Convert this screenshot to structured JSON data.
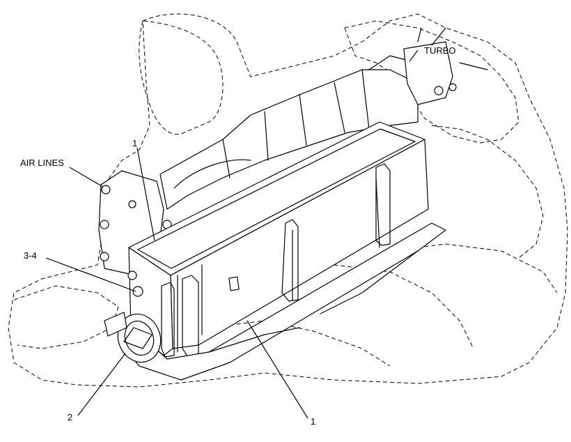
{
  "labels": {
    "air_lines": "AIR LINES",
    "turbo": "TURBO",
    "callout_1_top": "1",
    "callout_1_bottom": "1",
    "callout_2": "2",
    "callout_3_4": "3-4"
  },
  "colors": {
    "line": "#000000",
    "background": "#ffffff"
  }
}
